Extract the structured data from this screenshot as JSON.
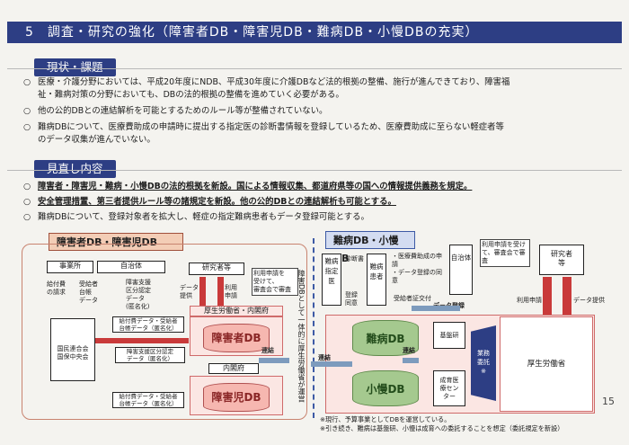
{
  "title": "5　調査・研究の強化（障害者DB・障害児DB・難病DB・小慢DBの充実）",
  "current": {
    "heading": "現状・課題",
    "bullets": [
      "医療・介護分野においては、平成20年度にNDB、平成30年度に介護DBなど法的根拠の整備、施行が進んできており、障害福",
      "祉・難病対策の分野においても、DBの法的根拠の整備を進めていく必要がある。",
      "他の公的DBとの連結解析を可能とするためのルール等が整備されていない。",
      "難病DBについて、医療費助成の申請時に提出する指定医の診断書情報を登録しているため、医療費助成に至らない軽症者等",
      "のデータ収集が進んでいない。"
    ]
  },
  "review": {
    "heading": "見直し内容",
    "bullets": [
      "障害者・障害児・難病・小慢DBの法的根拠を新設。国による情報収集、都道府県等の国への情報提供義務を規定。",
      "安全管理措置、第三者提供ルール等の諸規定を新設。他の公的DBとの連結解析も可能とする。",
      "難病DBについて、登録対象者を拡大し、軽症の指定難病患者もデータ登録可能とする。"
    ]
  },
  "bullet_mark": "○",
  "left_panel": {
    "heading": "障害者DB・障害児DB",
    "jigyosho": "事業所",
    "jichitai": "自治体",
    "kenkyusha": "研究者等",
    "kyufuhi": "給付費\nの請求",
    "jukyusha": "受給者\n台帳\nデータ",
    "kubun": "障害支援\n区分認定\nデータ\n(匿名化)",
    "data_teikyo": "データ\n提供",
    "riyo_shinsei": "利用\n申請",
    "riyo_note": "利用申請を\n受けて、\n審査会で審査",
    "ministry_cabinet": "厚生労働省・内閣府",
    "flow1": "給付費データ・受給者\n台帳データ（匿名化）",
    "flow2": "障害支援区分認定\nデータ（匿名化）",
    "flow3": "給付費データ・受給者\n台帳データ（匿名化）",
    "kokuho": "国民連合会\n国保中央会",
    "db1": "障害者DB",
    "cabinet": "内閣府",
    "db2": "障害児DB",
    "renketsu": "連結",
    "middle_note": "障害DBとして一体的に厚生労働省が運営"
  },
  "right_panel": {
    "heading": "難病DB・小慢DB",
    "shitei_i": "難病\n指定医",
    "shindansho": "診断書",
    "toroku_doi": "登録\n同意",
    "kanja": "難病\n患者",
    "shinsei_note": "・医療費助成の申請\n・データ登録の同意",
    "jukyusha_kofu": "受給者証交付",
    "jichitai": "自治体",
    "data_toroku": "データ登録",
    "riyo_note": "利用申請を受けて、審査会で審査",
    "kenkyusha": "研究者\n等",
    "riyo_shinsei": "利用申請",
    "data_teikyo": "データ提供",
    "db1": "難病DB",
    "db1_side": "基盤研",
    "db2": "小慢DB",
    "db2_side": "成育医\n療セン\nター",
    "itaku": "業務\n委託\n※",
    "ministry": "厚生労働省",
    "renketsu": "連結"
  },
  "footnotes": [
    "※現行、予算事業としてDBを運営している。",
    "※引き続き、難病は基盤研、小慢は成育への委託することを想定（委託規定を新設）"
  ],
  "page_number": "15"
}
